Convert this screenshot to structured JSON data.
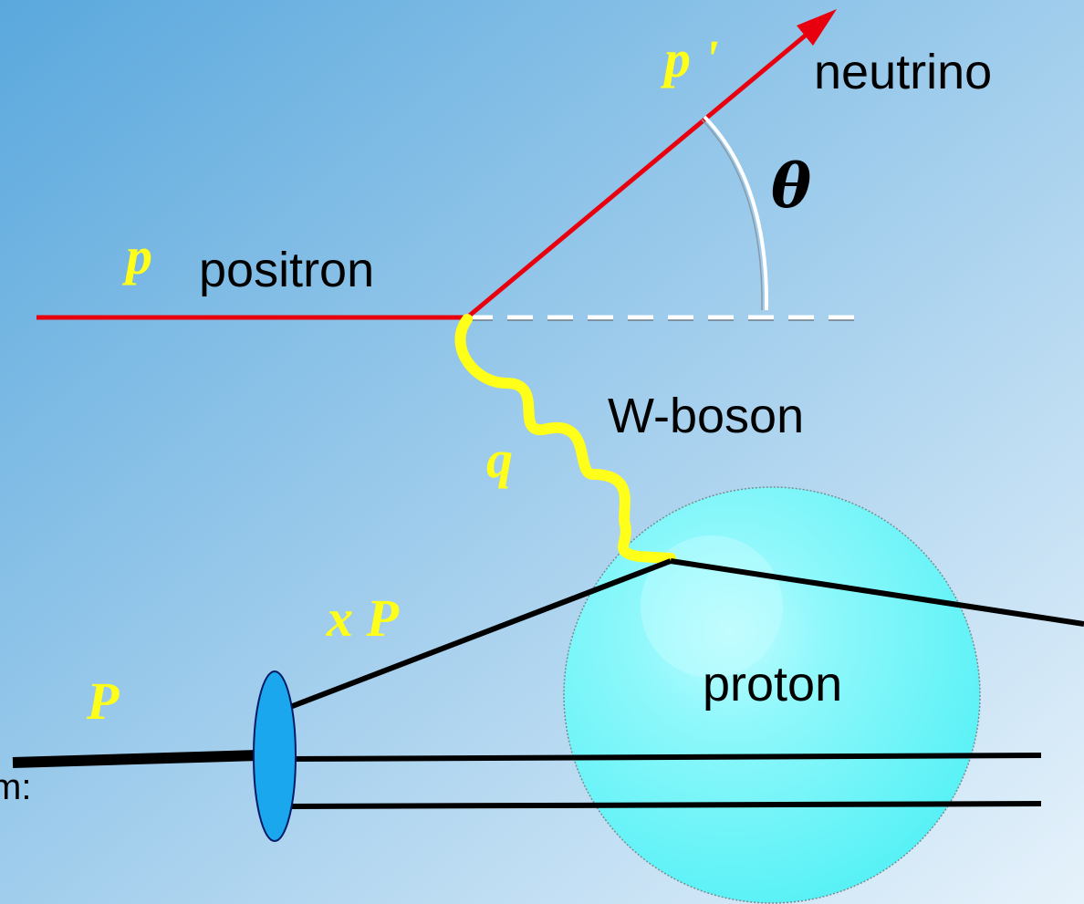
{
  "colors": {
    "background_start": "#5aa8dd",
    "background_end": "#e6f2fb",
    "lepton_line": "#e8000e",
    "boson": "#ffff1a",
    "momentum_label": "#ffff1a",
    "proton_fill": "#4ff0f5",
    "quark_blob": "#1aa7ee",
    "text": "#000000",
    "angle_arc": "#ffffff"
  },
  "labels": {
    "incoming_particle": "positron",
    "outgoing_particle": "neutrino",
    "exchange_boson": "W-boson",
    "target": "proton",
    "angle_symbol": "θ",
    "edge_fragment": "m:"
  },
  "momenta": {
    "incoming": "p",
    "outgoing": "p '",
    "transfer": "q",
    "parton": "x P",
    "proton": "P"
  },
  "icons": {
    "outgoing_arrow": "arrow-head-icon",
    "boson_line": "wavy-line",
    "quark_blob": "ellipse"
  }
}
